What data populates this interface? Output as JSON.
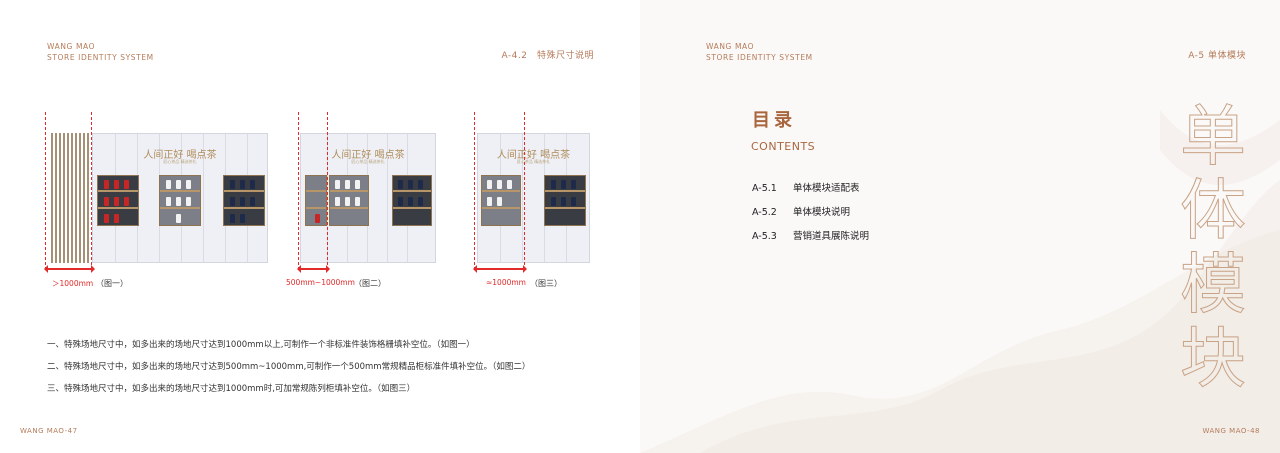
{
  "left_page": {
    "brand": [
      "WANG MAO",
      "STORE IDENTITY SYSTEM"
    ],
    "section": "A-4.2　特殊尺寸说明",
    "page_number": "WANG MAO-47",
    "cabinet_sign": "人间正好  喝点茶",
    "cabinet_sign_sub": "匠心茶品  精选茶礼",
    "figures": [
      {
        "measure": "＞1000mm",
        "caption": "（图一）"
      },
      {
        "measure": "500mm~1000mm",
        "caption": "（图二）"
      },
      {
        "measure": "≈1000mm",
        "caption": "（图三）"
      }
    ],
    "notes": [
      "一、特殊场地尺寸中，如多出来的场地尺寸达到1000mm以上,可制作一个非标准件装饰格栅填补空位。（如图一）",
      "二、特殊场地尺寸中，如多出来的场地尺寸达到500mm~1000mm,可制作一个500mm常规精品柜标准件填补空位。（如图二）",
      "三、特殊场地尺寸中，如多出来的场地尺寸达到1000mm时,可加常规陈列柜填补空位。（如图三）"
    ]
  },
  "right_page": {
    "brand": [
      "WANG MAO",
      "STORE IDENTITY SYSTEM"
    ],
    "section": "A-5  单体模块",
    "page_number": "WANG MAO-48",
    "toc_title": "目录",
    "toc_subtitle": "CONTENTS",
    "toc_items": [
      {
        "code": "A-5.1",
        "label": "单体模块适配表"
      },
      {
        "code": "A-5.2",
        "label": "单体模块说明"
      },
      {
        "code": "A-5.3",
        "label": "营销道具展陈说明"
      }
    ],
    "big_title": [
      "单",
      "体",
      "模",
      "块"
    ]
  },
  "colors": {
    "accent": "#a9663e",
    "brand": "#b47b5a",
    "guide_red": "#e12a2a"
  }
}
